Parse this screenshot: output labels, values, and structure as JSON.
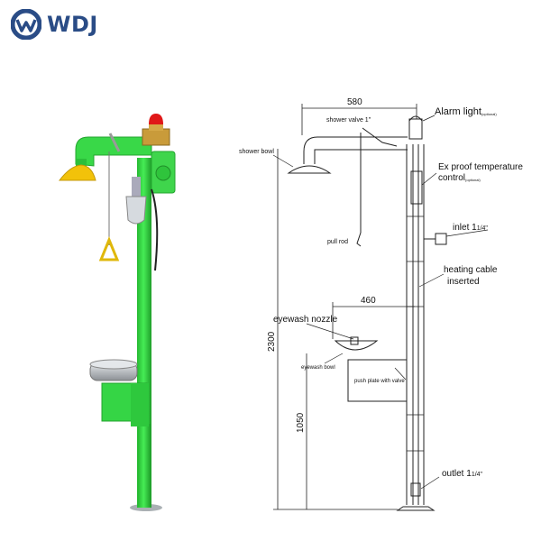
{
  "brand": {
    "name": "WDJ",
    "logo_icon": "wdj-logo-icon",
    "color": "#2a4c86"
  },
  "colors": {
    "body_green": "#33dd44",
    "accent_yellow": "#f2c20a",
    "steel": "#c9cdd1",
    "alarm_red": "#e01818",
    "brass": "#c99b3a"
  },
  "dimensions": {
    "width_top": "580",
    "width_bowl": "460",
    "height_total": "2300",
    "height_bowl": "1050"
  },
  "labels": {
    "alarm_light": "Alarm light",
    "alarm_light_suffix": "(optional)",
    "shower_valve": "shower valve 1\"",
    "shower_bowl": "shower bowl",
    "ex_proof_line1": "Ex proof temperature",
    "ex_proof_line2": "control",
    "ex_proof_suffix": "(optional)",
    "inlet": "inlet 1",
    "inlet_size": "1/4\"",
    "pull_rod": "pull rod",
    "heating_line1": "heating cable",
    "heating_line2": "inserted",
    "eyewash_nozzle": "eyewash nozzle",
    "eyewash_bowl": "eyewash bowl",
    "push_plate": "push plate with valve",
    "outlet": "outlet 1",
    "outlet_size": "1/4\""
  }
}
